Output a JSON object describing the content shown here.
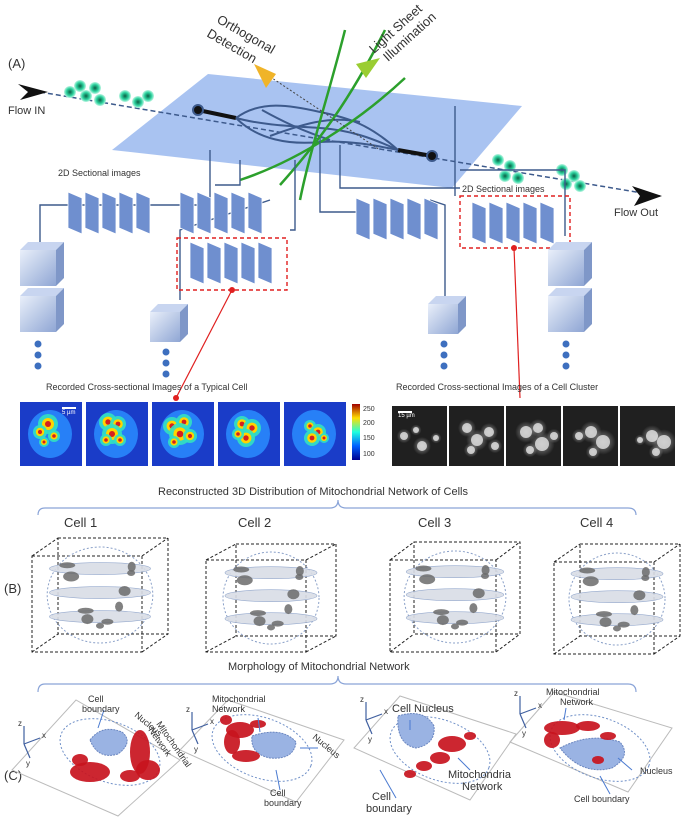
{
  "panel_labels": {
    "a": "(A)",
    "b": "(B)",
    "c": "(C)"
  },
  "flow": {
    "in": "Flow IN",
    "out": "Flow Out"
  },
  "beams": {
    "detection": [
      "Orthogonal",
      "Detection"
    ],
    "illumination": [
      "Light Sheet",
      "Illumination"
    ]
  },
  "sections": {
    "left": "2D Sectional images",
    "right": "2D Sectional images"
  },
  "recorded": {
    "typical": "Recorded Cross-sectional Images of a Typical Cell",
    "cluster": "Recorded Cross-sectional Images of a Cell Cluster",
    "scale_left": "5 µm",
    "scale_right": "15 µm",
    "colorbar_ticks": [
      "250",
      "200",
      "150",
      "100"
    ]
  },
  "reconstructed": {
    "title": "Reconstructed 3D Distribution of Mitochondrial Network of Cells",
    "cells": [
      "Cell 1",
      "Cell 2",
      "Cell 3",
      "Cell 4"
    ]
  },
  "morphology": {
    "title": "Morphology of Mitochondrial Network",
    "axes": {
      "x": "x",
      "y": "y",
      "z": "z"
    },
    "p1": {
      "cell_boundary": [
        "Cell",
        "boundary"
      ],
      "nucleus": "Nucleus",
      "mito": [
        "Mitochondrial",
        "Network"
      ]
    },
    "p2": {
      "mito": [
        "Mitochondrial",
        "Network"
      ],
      "nucleus": "Nucleus",
      "cell_boundary": [
        "Cell",
        "boundary"
      ]
    },
    "p3": {
      "nucleus": "Cell Nucleus",
      "mito": [
        "Mitochondria",
        "Network"
      ],
      "cell_boundary": [
        "Cell",
        "boundary"
      ]
    },
    "p4": {
      "mito": [
        "Mitochondrial",
        "Network"
      ],
      "nucleus": "Nucleus",
      "cell_boundary": "Cell boundary"
    }
  },
  "colors": {
    "chip": "#9ab8ee",
    "channel": "#3d5a8c",
    "stack": "#6f8fcf",
    "sheet": "#2ca02c",
    "detect_arrow": "#f0b429",
    "illum_arrow": "#9acd32",
    "dash_red": "#e02020",
    "mito_red": "#c8141e",
    "nucleus_blue": "#9ab3e3",
    "cell_green": "#2fd4a0"
  }
}
